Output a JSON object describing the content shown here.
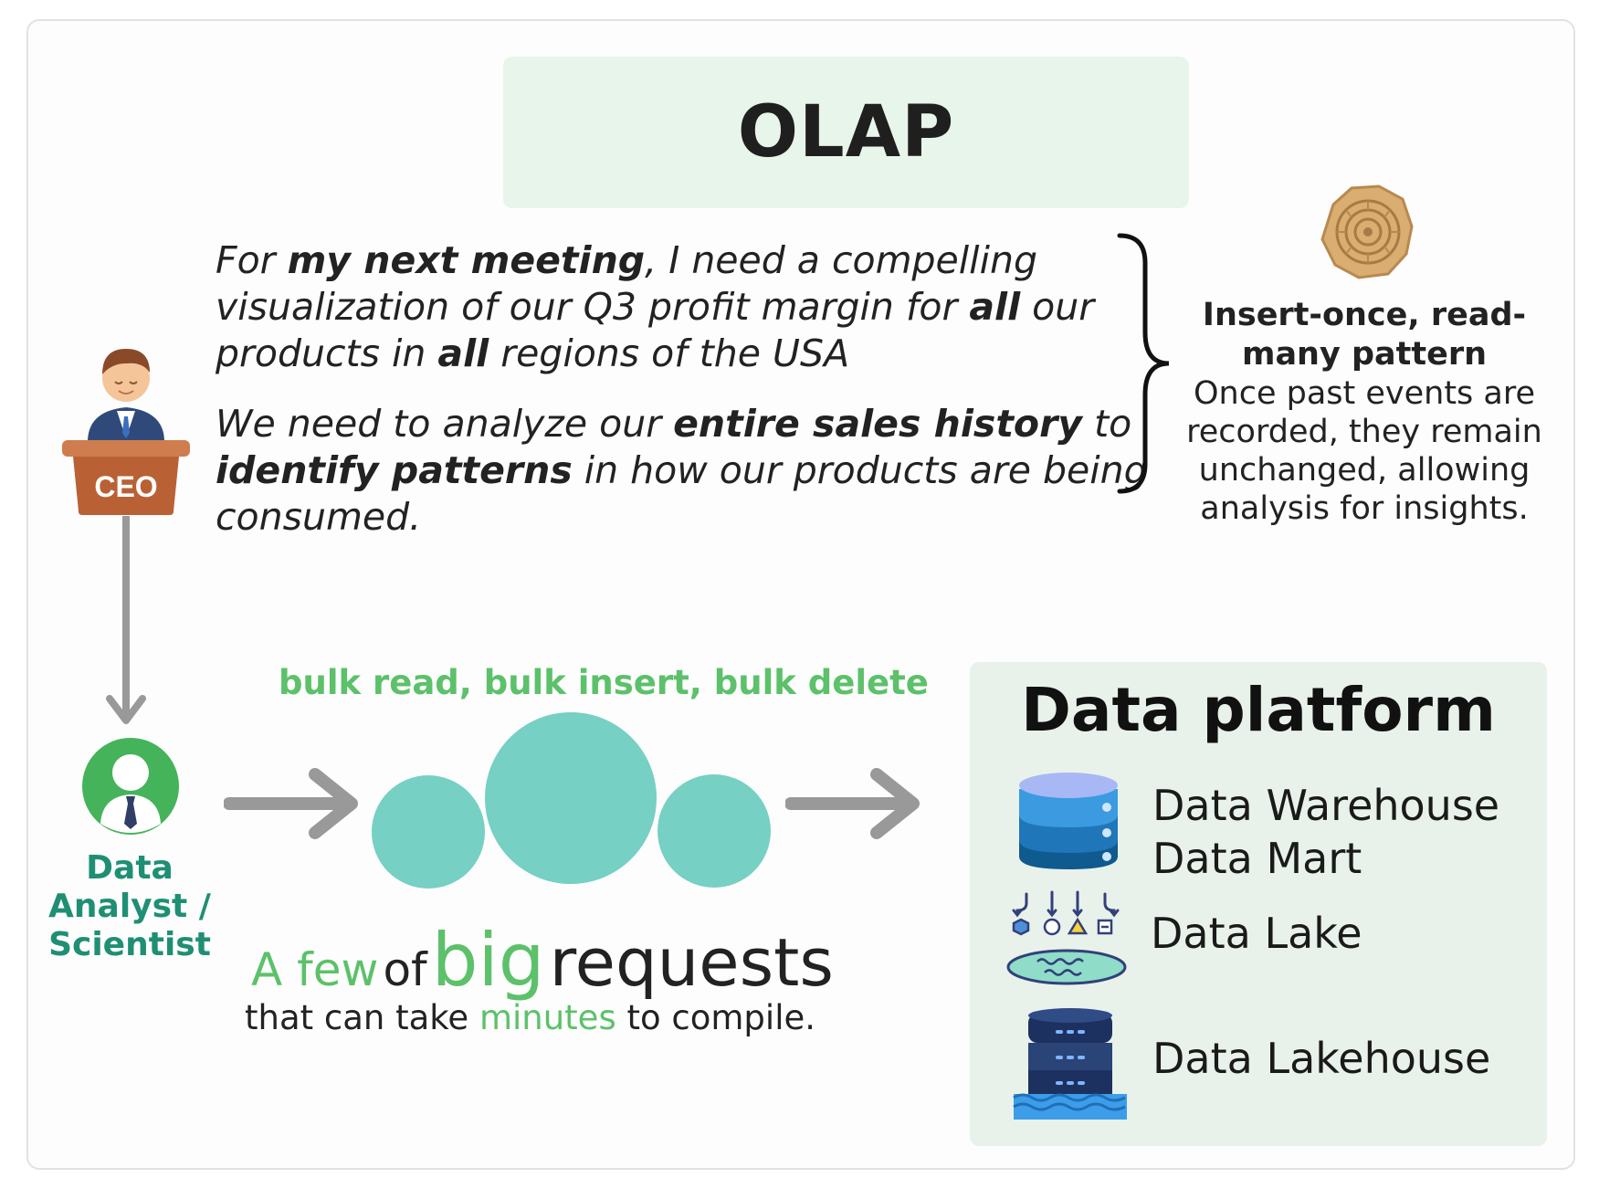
{
  "title": "OLAP",
  "quote1": {
    "p1": "For ",
    "b1": "my next meeting",
    "p2": ", I need a compelling",
    "p3": "visualization of our Q3 profit margin for ",
    "b2": "all",
    "p4": " our",
    "p5": "products in ",
    "b3": "all",
    "p6": " regions of the USA"
  },
  "quote2": {
    "p1": "We need to analyze our ",
    "b1": "entire sales history",
    "p2": " to",
    "b2": "identify patterns",
    "p3": " in how our products are being",
    "p4": "consumed."
  },
  "pattern": {
    "heading": "Insert-once, read-many pattern",
    "body": "Once past events are recorded, they remain unchanged, allowing analysis for insights."
  },
  "ceo_label": "CEO",
  "analyst_label": "Data Analyst / Scientist",
  "operations": "bulk read, bulk insert, bulk delete",
  "requests": {
    "a_few": "A few",
    "of": "of",
    "big": "big",
    "requests": "requests",
    "sub_pre": "that can take ",
    "sub_minutes": "minutes",
    "sub_post": " to compile."
  },
  "platform": {
    "title": "Data platform",
    "items": [
      "Data Warehouse",
      "Data Mart",
      "Data Lake",
      "Data Lakehouse"
    ]
  },
  "colors": {
    "accent_green": "#5cc16a",
    "teal_text": "#1f8f74",
    "bubble": "#76d0c4",
    "title_bg": "#e8f5ea",
    "platform_bg": "#e8f2ea",
    "arrow_gray": "#999999"
  },
  "icons": [
    "ceo-podium-icon",
    "fossil-icon",
    "analyst-avatar-icon",
    "warehouse-database-icon",
    "data-lake-icon",
    "lakehouse-server-icon"
  ]
}
